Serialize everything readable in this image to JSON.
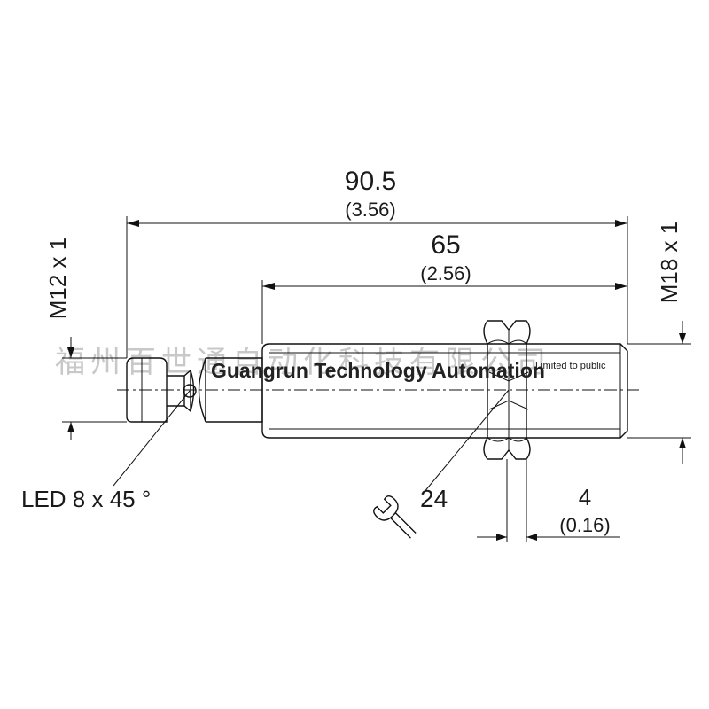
{
  "dimensions": {
    "overall_length": "90.5",
    "overall_length_inch": "(3.56)",
    "thread_length": "65",
    "thread_length_inch": "(2.56)",
    "connector_thread": "M12 x 1",
    "body_thread": "M18 x 1",
    "wrench_size": "24",
    "nut_thickness": "4",
    "nut_thickness_inch": "(0.16)",
    "led": "LED 8 x 45 °"
  },
  "watermark": {
    "company_cn": "福州百世通自动化科技有限公司",
    "company_en": "Guangrun Technology Automation",
    "note": "Limited to public"
  }
}
